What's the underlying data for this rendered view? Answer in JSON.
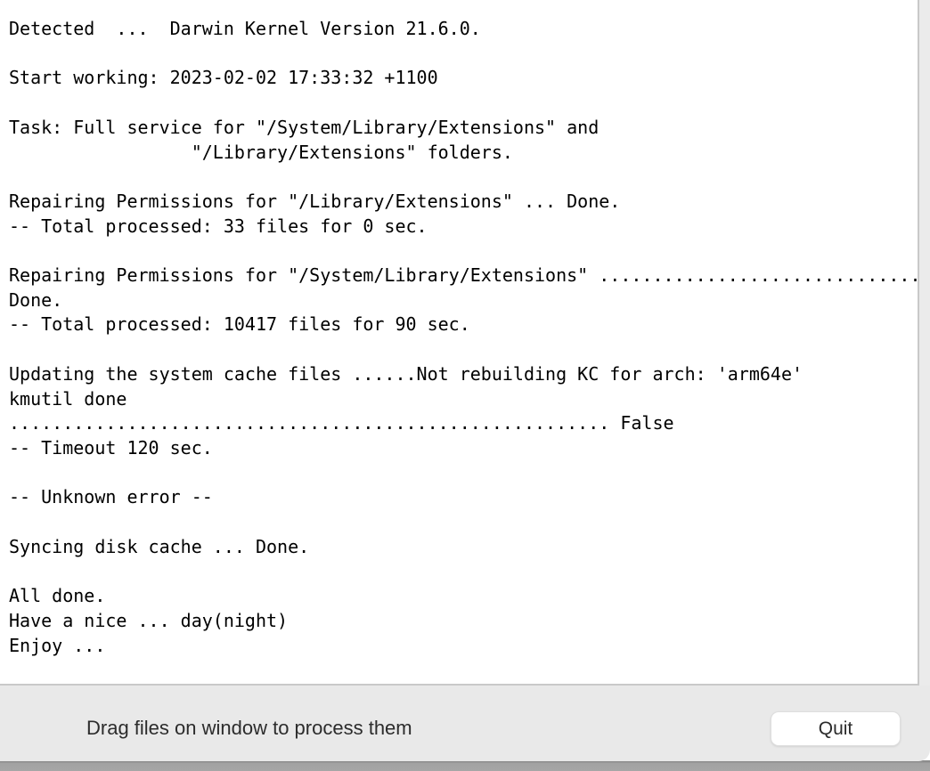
{
  "window": {
    "log": {
      "lines": [
        "Detected  ...  Darwin Kernel Version 21.6.0.",
        "",
        "Start working: 2023-02-02 17:33:32 +1100",
        "",
        "Task: Full service for \"/System/Library/Extensions\" and",
        "                 \"/Library/Extensions\" folders.",
        "",
        "Repairing Permissions for \"/Library/Extensions\" ... Done.",
        "-- Total processed: 33 files for 0 sec.",
        "",
        "Repairing Permissions for \"/System/Library/Extensions\" ...............................",
        "Done.",
        "-- Total processed: 10417 files for 90 sec.",
        "",
        "Updating the system cache files ......Not rebuilding KC for arch: 'arm64e'",
        "kmutil done",
        "........................................................ False",
        "-- Timeout 120 sec.",
        "",
        "-- Unknown error --",
        "",
        "Syncing disk cache ... Done.",
        "",
        "All done.",
        "Have a nice ... day(night)",
        "Enjoy ..."
      ]
    },
    "bottom_bar": {
      "hint": "Drag files on window to process them",
      "quit_label": "Quit"
    },
    "colors": {
      "log_text": "#000000",
      "log_bg": "#ffffff",
      "bar_bg": "#e9e9e9",
      "gutter_bg": "#ebebeb",
      "border": "#c9c9c9",
      "desktop_strip": "#a2a2a2",
      "desktop_edge": "#8d8d8d",
      "button_bg": "#ffffff",
      "button_text": "#2b2b2b"
    }
  }
}
